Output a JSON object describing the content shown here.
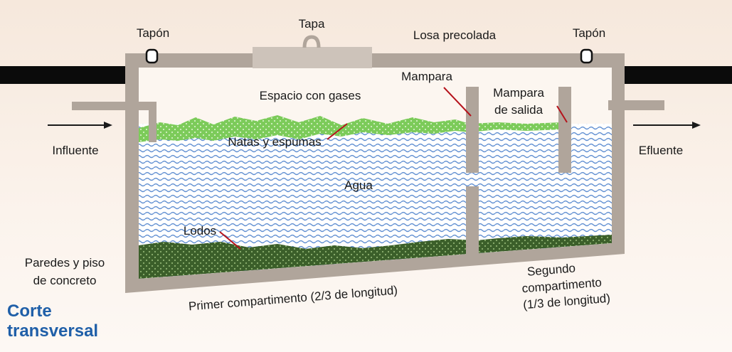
{
  "labels": {
    "tapa": "Tapa",
    "tapon_left": "Tapón",
    "tapon_right": "Tapón",
    "losa": "Losa precolada",
    "mampara": "Mampara",
    "mampara_salida_1": "Mampara",
    "mampara_salida_2": "de salida",
    "espacio_gases": "Espacio con gases",
    "natas": "Natas y espumas",
    "agua": "Agua",
    "lodos": "Lodos",
    "influente": "Influente",
    "efluente": "Efluente",
    "paredes_1": "Paredes y piso",
    "paredes_2": "de concreto",
    "primer_comp": "Primer compartimento (2/3 de longitud)",
    "segundo_1": "Segundo",
    "segundo_2": "compartimento",
    "segundo_3": "(1/3 de longitud)"
  },
  "title": {
    "line1": "Corte",
    "line2": "transversal"
  },
  "colors": {
    "concrete": "#b0a59b",
    "concrete_light": "#cdc3ba",
    "ground": "#0b0b0b",
    "water": "#5f8ed1",
    "scum": "#7ccb5a",
    "sludge": "#3b5f2a",
    "pointer": "#b5121b",
    "title": "#1f5fa8"
  }
}
